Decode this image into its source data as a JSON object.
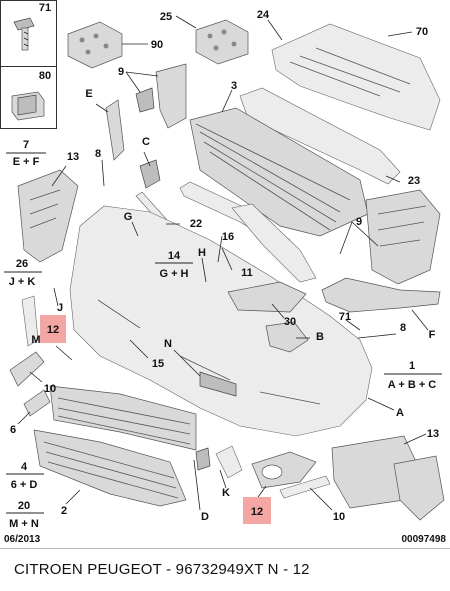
{
  "diagram": {
    "date_code": "06/2013",
    "ref_code": "00097498",
    "legends": [
      {
        "number": "7",
        "combo": "E + F"
      },
      {
        "number": "26",
        "combo": "J + K"
      },
      {
        "number": "14",
        "combo": "G + H"
      },
      {
        "number": "1",
        "combo": "A + B + C"
      },
      {
        "number": "4",
        "combo": "6 + D"
      },
      {
        "number": "20",
        "combo": "M + N"
      }
    ],
    "callouts": [
      "71",
      "80",
      "25",
      "90",
      "24",
      "70",
      "9",
      "3",
      "E",
      "8",
      "C",
      "13",
      "23",
      "G",
      "22",
      "16",
      "9",
      "H",
      "11",
      "J",
      "30",
      "M",
      "B",
      "71",
      "8",
      "F",
      "N",
      "15",
      "10",
      "6",
      "D",
      "K",
      "10",
      "2",
      "13",
      "A"
    ],
    "highlighted": [
      "12",
      "12"
    ]
  },
  "footer": {
    "caption": "CITROEN PEUGEOT - 96732949XT      N - 12"
  }
}
